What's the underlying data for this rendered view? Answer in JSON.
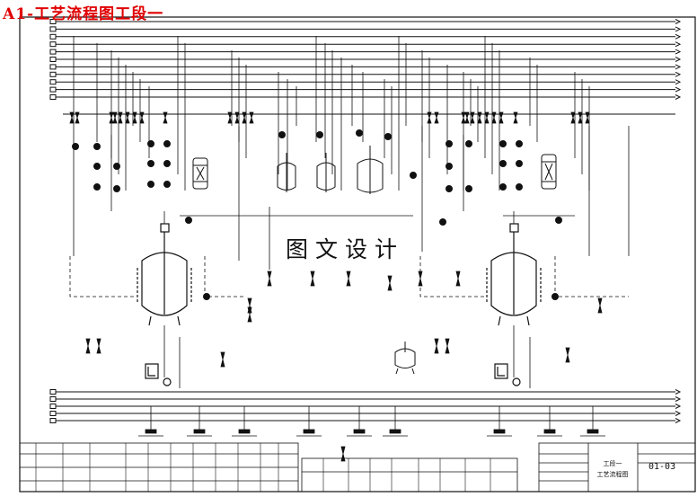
{
  "title": "A1-工艺流程图工段一",
  "watermark": "图文设计",
  "title_block": {
    "drawing_title_line1": "工段一",
    "drawing_title_line2": "工艺流程图",
    "drawing_number": "01-03"
  },
  "colors": {
    "title": "#e00000",
    "line": "#111111",
    "background": "#ffffff"
  }
}
